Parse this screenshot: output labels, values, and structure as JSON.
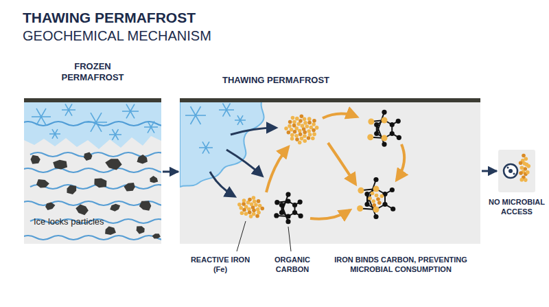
{
  "diagram": {
    "title": "THAWING PERMAFROST",
    "nodes": [
      {
        "text": [
          "FROZEN PERMAFROST",
          "Ice locks particles"
        ]
      },
      {
        "text": [
          "THAWING PERMAFROST"
        ]
      },
      {
        "text": [
          "NO MICROBIAL ACCESS"
        ]
      }
    ],
    "edges": [
      {
        "from": 0,
        "to": 1,
        "arrow": "to"
      },
      {
        "from": 1,
        "to": 2,
        "arrow": "to"
      }
    ],
    "labels": [
      "GEOCHEMICAL MECHANISM",
      "REACTIVE IRON (Fe)",
      "ORGANIC CARBON",
      "IRON BINDS CARBON, PREVENTING MICROBIAL CONSUMPTION"
    ]
  }
}
